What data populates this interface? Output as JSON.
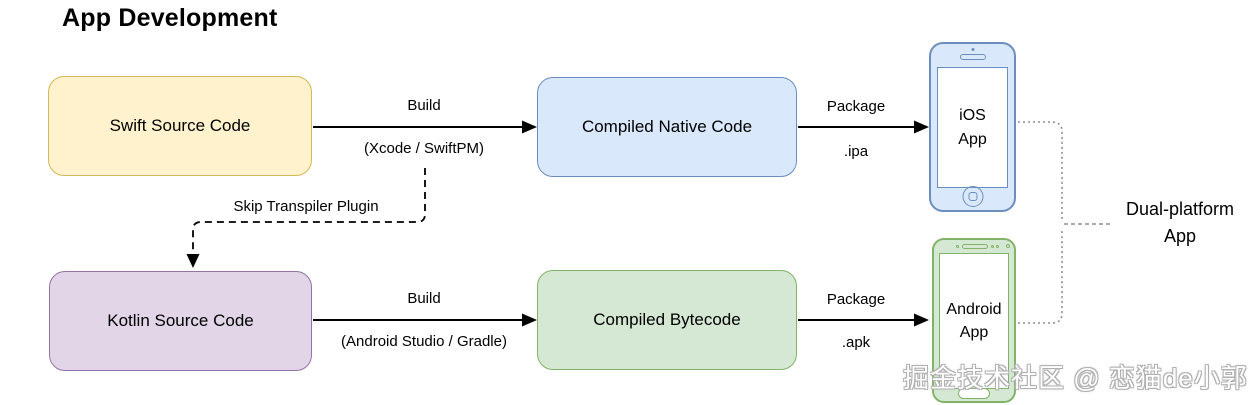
{
  "title": "App Development",
  "watermark": "掘金技术社区 @ 恋猫de小郭",
  "colors": {
    "swift_fill": "#FFF2CC",
    "swift_border": "#D6B656",
    "native_fill": "#DAE8FC",
    "native_border": "#6C8EBF",
    "kotlin_fill": "#E1D5E7",
    "kotlin_border": "#9673A6",
    "bytecode_fill": "#D5E8D4",
    "bytecode_border": "#82B366",
    "arrow": "#000000",
    "dotted_connector": "#8f8f8f"
  },
  "nodes": {
    "swift_source": {
      "label": "Swift Source Code"
    },
    "compiled_native": {
      "label": "Compiled Native Code"
    },
    "kotlin_source": {
      "label": "Kotlin Source Code"
    },
    "compiled_bytecode": {
      "label": "Compiled Bytecode"
    }
  },
  "edges": {
    "swift_build": {
      "label_top": "Build",
      "label_bottom": "(Xcode / SwiftPM)"
    },
    "native_package": {
      "label_top": "Package",
      "label_bottom": ".ipa"
    },
    "skip_transpiler": {
      "label": "Skip Transpiler Plugin"
    },
    "kotlin_build": {
      "label_top": "Build",
      "label_bottom": "(Android Studio / Gradle)"
    },
    "bytecode_package": {
      "label_top": "Package",
      "label_bottom": ".apk"
    }
  },
  "devices": {
    "ios_app": {
      "line1": "iOS",
      "line2": "App"
    },
    "android_app": {
      "line1": "Android",
      "line2": "App"
    }
  },
  "result": {
    "line1": "Dual-platform",
    "line2": "App"
  }
}
